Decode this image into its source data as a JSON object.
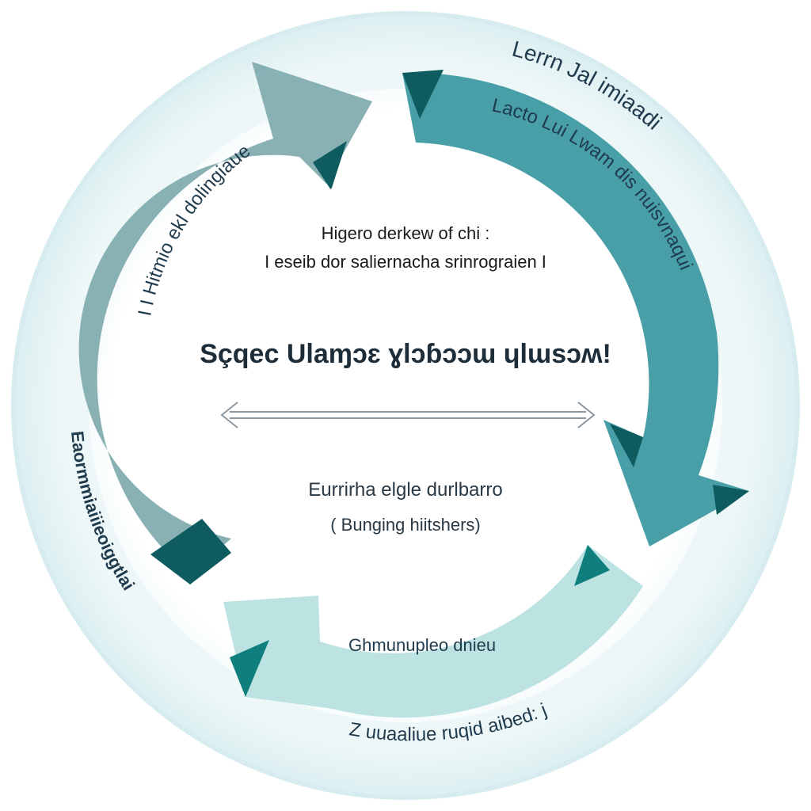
{
  "diagram": {
    "center": {
      "line1": "Higero derkew of chi :",
      "line2": "I eseib dor saliernacha srinrograien I",
      "heading": "Sçqec Ulaɱɔɛ ɣlɔɓɔɔɯ ɥlɯsɔʍ!",
      "sub1": "Eurrirha elgle durlbarro",
      "sub2": "( Bunging hiitshers)"
    },
    "arrow_labels": {
      "left": "I I Hitmio ekl dolingiaue",
      "top_right": "Lacto Lui Lwam dis nuisvnaqui",
      "bottom": "Ghmunupleo dnieu"
    },
    "outer_labels": {
      "top_right": "Lerrn Jal imiaadi",
      "left": "Eaormmiaiiieoiggtlai",
      "bottom": "Z uuaaliue ruqid aibed: j"
    },
    "colors": {
      "outer_ring": "#e3f1f3",
      "arrow_left": "#7faaae",
      "arrow_right": "#3f9aa2",
      "arrow_bottom": "#b8e1e0",
      "arrow_shadow": "#0f5c60",
      "text_dark": "#1d2e3a"
    }
  }
}
